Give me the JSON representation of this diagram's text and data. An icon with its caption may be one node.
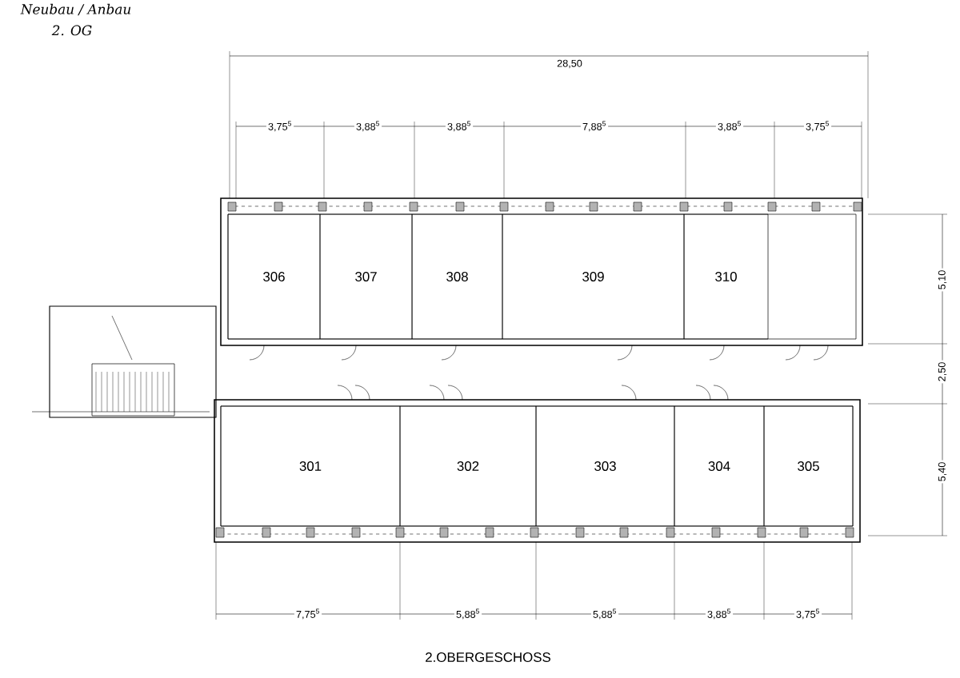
{
  "diagram": {
    "caption": "2.OBERGESCHOSS",
    "nodes": [
      {
        "text": [
          "306"
        ]
      },
      {
        "text": [
          "307"
        ]
      },
      {
        "text": [
          "308"
        ]
      },
      {
        "text": [
          "309"
        ]
      },
      {
        "text": [
          "310"
        ]
      },
      {
        "text": [
          "301"
        ]
      },
      {
        "text": [
          "302"
        ]
      },
      {
        "text": [
          "303"
        ]
      },
      {
        "text": [
          "304"
        ]
      },
      {
        "text": [
          "305"
        ]
      }
    ],
    "labels": [
      "Neubau / Anbau",
      "2. OG",
      "28,50",
      "3,75$^{5}$",
      "3,88$^{5}$",
      "3,88$^{5}$",
      "7,88$^{5}$",
      "3,88$^{5}$",
      "3,75$^{5}$",
      "5,10",
      "2,50",
      "5,40",
      "7,75$^{5}$",
      "5,88$^{5}$",
      "5,88$^{5}$",
      "3,88$^{5}$",
      "3,75$^{5}$"
    ]
  }
}
